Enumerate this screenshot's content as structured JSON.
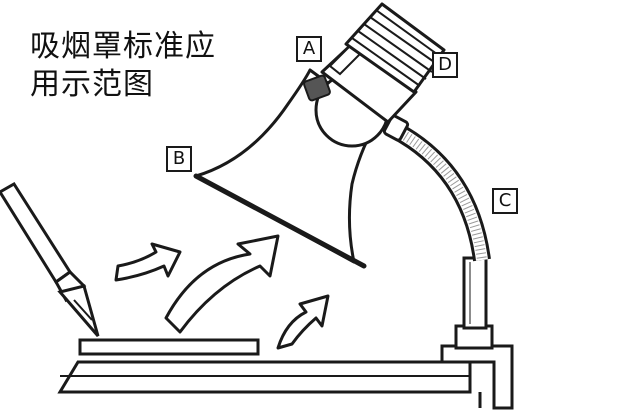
{
  "title": {
    "line1": "吸烟罩标准应",
    "line2": "用示范图"
  },
  "labels": {
    "a": "A",
    "b": "B",
    "c": "C",
    "d": "D"
  },
  "colors": {
    "ink": "#1a1a1a",
    "background": "#ffffff",
    "metal_gray": "#d8d8d8"
  },
  "icons": {
    "fume_hood": "fume-extractor-hood",
    "soldering_iron": "soldering-iron",
    "airflow": "airflow-arrow",
    "gooseneck": "flexible-gooseneck-arm",
    "clamp": "bench-clamp"
  }
}
